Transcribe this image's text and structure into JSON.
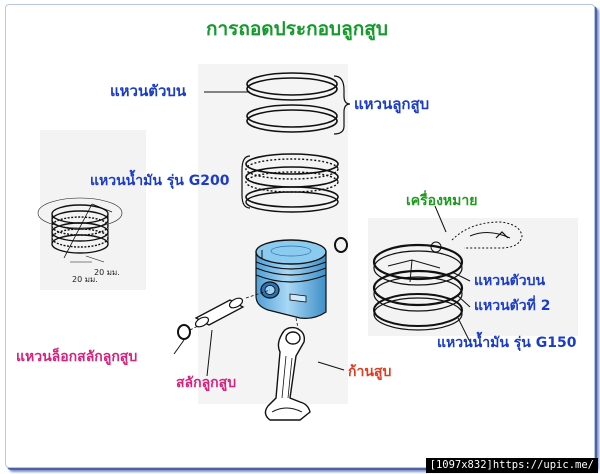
{
  "diagram": {
    "title": "การถอดประกอบลูกสูบ",
    "labels": {
      "top_ring": "แหวนตัวบน",
      "piston_rings": "แหวนลูกสูบ",
      "oil_ring": "แหวนน้ำมัน รุ่น G200",
      "marking": "เครื่องหมาย",
      "top_ring_right": "แหวนตัวบน",
      "second_ring": "แหวนตัวที่ 2",
      "oil_ring_g150": "แหวนน้ำมัน รุ่น G150",
      "pin_lock_ring": "แหวนล็อกสลักลูกสูบ",
      "piston_pin": "สลักลูกสูบ",
      "connecting_rod": "ก้านสูบ",
      "dim_a": "20 มม.",
      "dim_b": "20 มม."
    },
    "colors": {
      "title": "#159a2c",
      "blue_labels": "#1b3cc9",
      "green_labels": "#1e9a1e",
      "pink_labels": "#d8207d",
      "red_labels": "#e23a1c",
      "piston_body": "#6fb6e6"
    }
  },
  "watermark": "[1097x832]https://upic.me/"
}
